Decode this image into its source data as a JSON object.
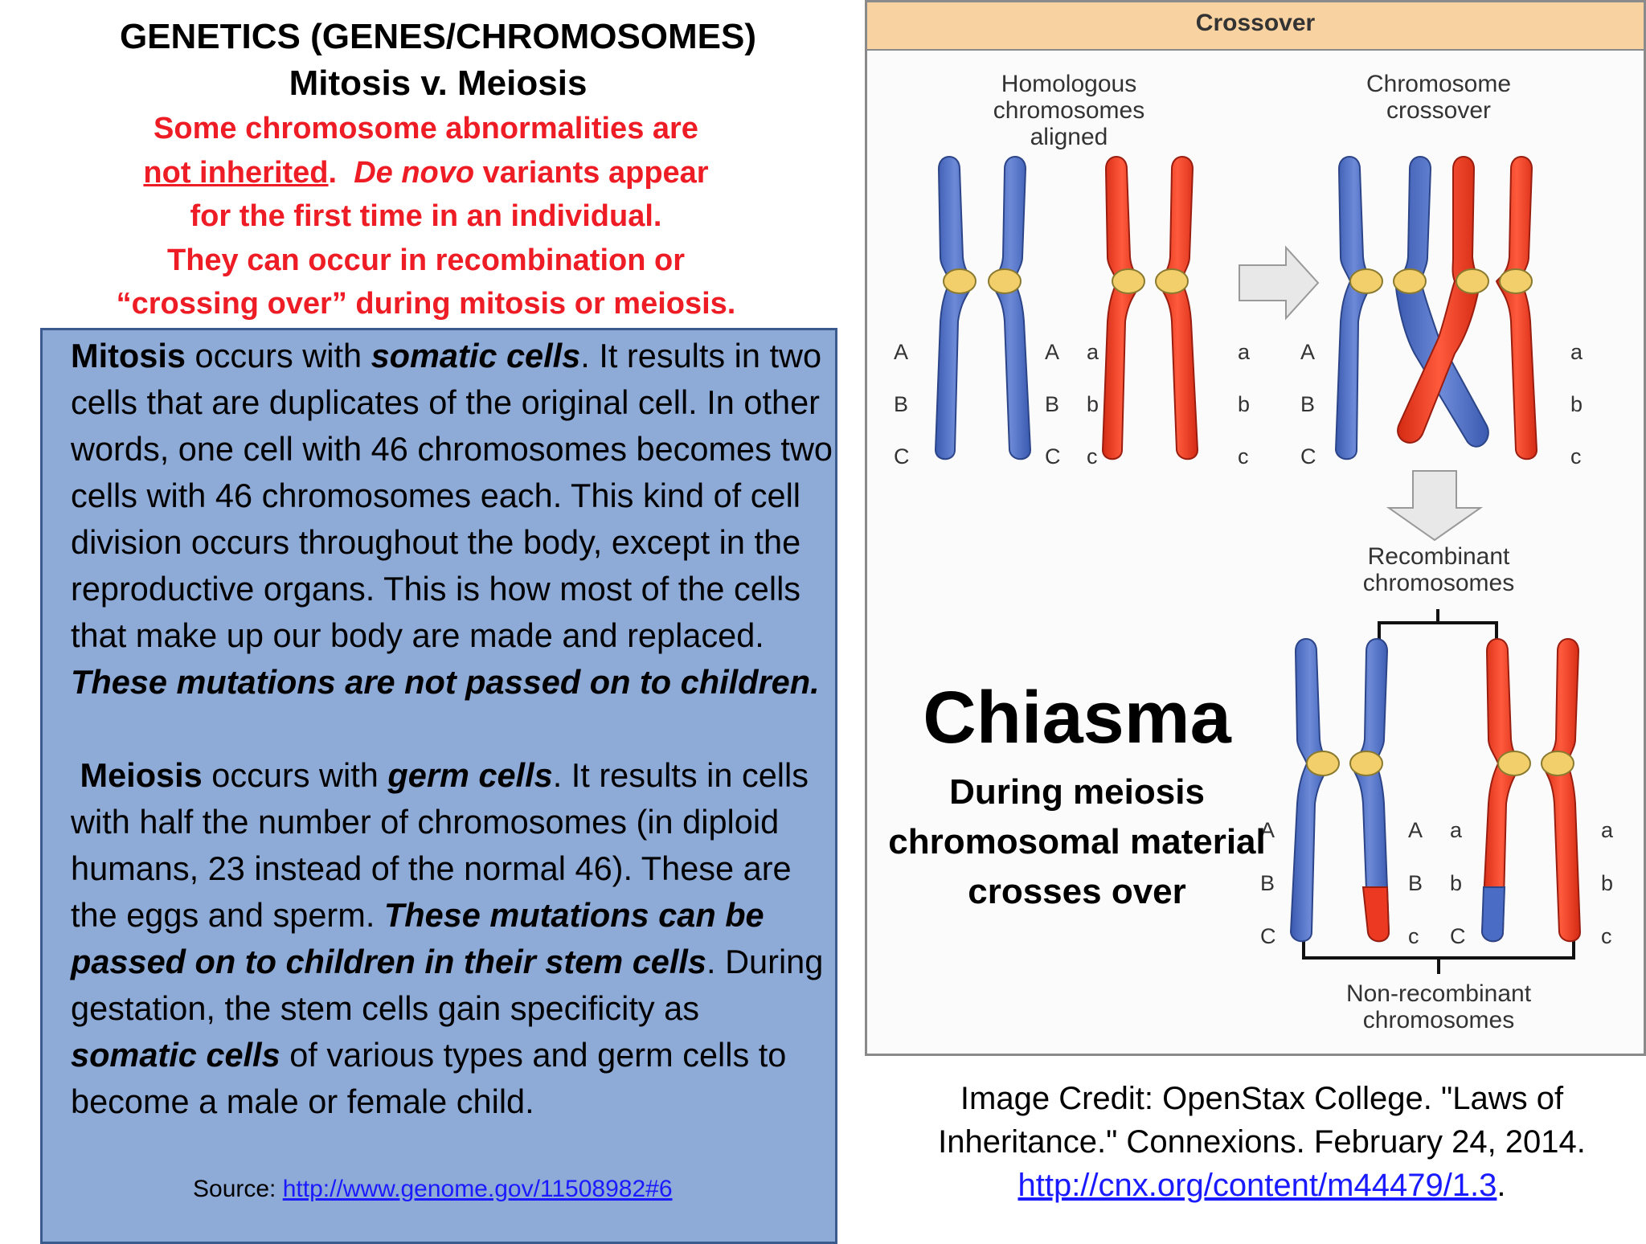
{
  "header": {
    "title": "GENETICS (GENES/CHROMOSOMES)",
    "subtitle": "Mitosis v. Meiosis",
    "red_underlined": "not inherited",
    "red_line1": "Some chromosome abnormalities are",
    "red_line2_after": ".  ",
    "red_line2_italic": "De novo",
    "red_line2_rest": " variants appear",
    "red_line3": "for the first time in an individual.",
    "red_line4": "They can occur in recombination or",
    "red_line5": "“crossing over” during mitosis or meiosis."
  },
  "mitosis": {
    "term": "Mitosis",
    "t1": " occurs with ",
    "cells": "somatic cells",
    "t2": ". It results in two cells that are duplicates of the original cell. In other words, one cell with 46 chromosomes becomes two cells with 46 chromosomes each. This kind of cell division occurs throughout the body, except in the reproductive organs. This is how most of the cells that make up our body are made and replaced. ",
    "emphasis": "These mutations are not passed on to children."
  },
  "meiosis": {
    "term": "Meiosis",
    "t1": " occurs with ",
    "cells": "germ cells",
    "t2": ". It results in cells with half the number of chromosomes (in diploid humans, 23 instead of the normal 46). These are the eggs and sperm. ",
    "emphasis": "These mutations can be passed on to children in their stem cells",
    "t3": ". During gestation, the stem cells gain specificity as ",
    "cells2": "somatic cells",
    "t4": " of various types and germ cells to become a male or female child."
  },
  "source": {
    "label": "Source: ",
    "link": "http://www.genome.gov/11508982#6"
  },
  "figure": {
    "title": "Crossover",
    "cap_homologous": [
      "Homologous",
      "chromosomes",
      "aligned"
    ],
    "cap_crossover": [
      "Chromosome",
      "crossover"
    ],
    "cap_recombinant": [
      "Recombinant",
      "chromosomes"
    ],
    "cap_nonrecombinant": [
      "Non-recombinant",
      "chromosomes"
    ],
    "upper": [
      "A",
      "B",
      "C"
    ],
    "lower": [
      "a",
      "b",
      "c"
    ],
    "colors": {
      "blue": "#4a6cc4",
      "red": "#ec3a22",
      "centromere": "#f2cf6a",
      "band": "#f8d2a0"
    }
  },
  "chiasma": {
    "title": "Chiasma",
    "desc": [
      "During meiosis",
      "chromosomal material",
      "crosses over"
    ]
  },
  "credit": {
    "line1": "Image Credit: OpenStax College. \"Laws of",
    "line2": "Inheritance.\" Connexions. February 24, 2014.",
    "link": "http://cnx.org/content/m44479/1.3",
    "end": "."
  }
}
